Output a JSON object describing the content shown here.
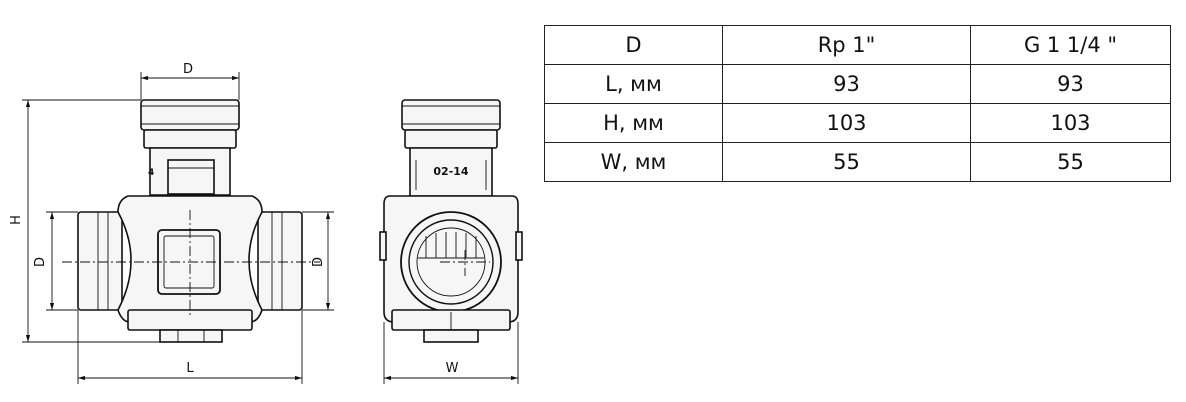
{
  "drawing": {
    "front_view": {
      "dim_top": "D",
      "dim_height": "H",
      "dim_left_port": "D",
      "dim_right_port": "D",
      "dim_length": "L",
      "side_marking": "4"
    },
    "side_view": {
      "marking": "02-14",
      "dim_width": "W"
    }
  },
  "table": {
    "header": [
      "D",
      "Rp 1\"",
      "G 1 1/4 \""
    ],
    "rows": [
      [
        "L, мм",
        "93",
        "93"
      ],
      [
        "H, мм",
        "103",
        "103"
      ],
      [
        "W, мм",
        "55",
        "55"
      ]
    ]
  }
}
